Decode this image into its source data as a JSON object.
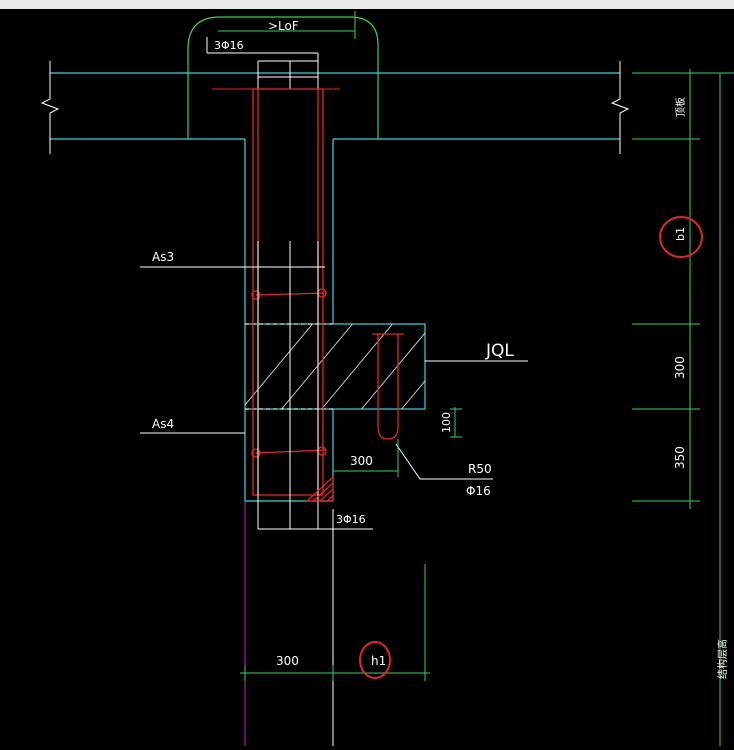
{
  "colors": {
    "background": "#000000",
    "cyan": "#35d6e0",
    "white": "#ffffff",
    "red": "#e8242a",
    "green": "#2bd65a",
    "magenta": "#c21fc4",
    "hatch": "#d8d8d8",
    "top_strip": "#e9e9e9"
  },
  "drawing": {
    "anchorage_label": ">LoF",
    "top_bar_label": "3Φ16",
    "bottom_bar_label": "3Φ16",
    "as3_label": "As3",
    "as4_label": "As4",
    "beam_label": "JQL",
    "radius_label": "R50",
    "hook_bar_label": "Φ16",
    "dim_100": "100",
    "dim_300_h": "300",
    "dim_300_bottom": "300",
    "h1_label": "h1",
    "b1_label": "b1",
    "dim_300_v": "300",
    "dim_350_v": "350",
    "slab_thickness_label": "顶板",
    "structure_height_label": "结构层高"
  }
}
